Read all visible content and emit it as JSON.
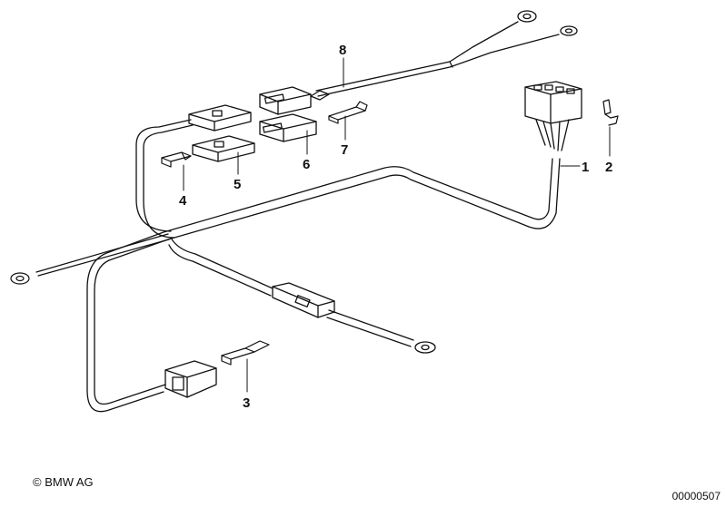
{
  "callouts": {
    "c1": "1",
    "c2": "2",
    "c3": "3",
    "c4": "4",
    "c5": "5",
    "c6": "6",
    "c7": "7",
    "c8": "8"
  },
  "footer": {
    "copyright": "© BMW AG",
    "diagram_number": "00000507"
  },
  "colors": {
    "line": "#111111",
    "background": "#ffffff"
  }
}
